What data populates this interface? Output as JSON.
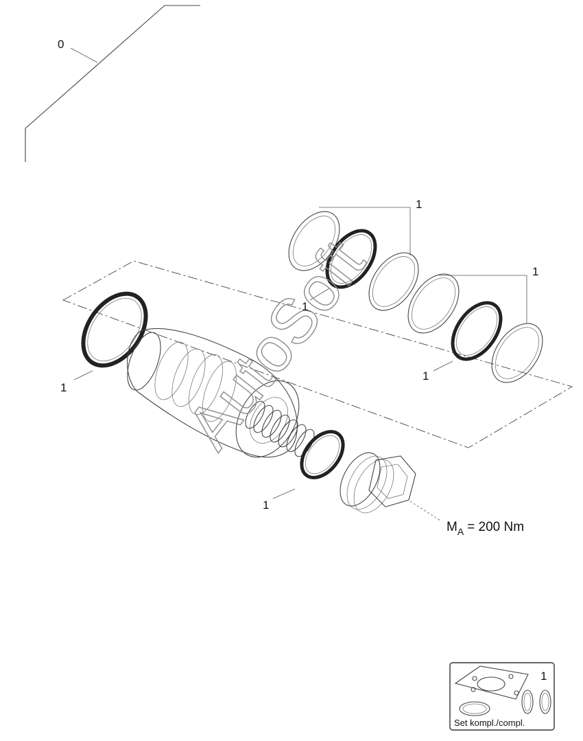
{
  "diagram": {
    "assembly_label": "0",
    "item_labels": [
      "1",
      "1",
      "1",
      "1",
      "1",
      "1"
    ],
    "torque": {
      "symbol": "M",
      "subscript": "A",
      "value": "= 200 Nm"
    },
    "watermark": "AutoSoft",
    "kit": {
      "number": "1",
      "caption": "Set kompl./compl."
    }
  }
}
